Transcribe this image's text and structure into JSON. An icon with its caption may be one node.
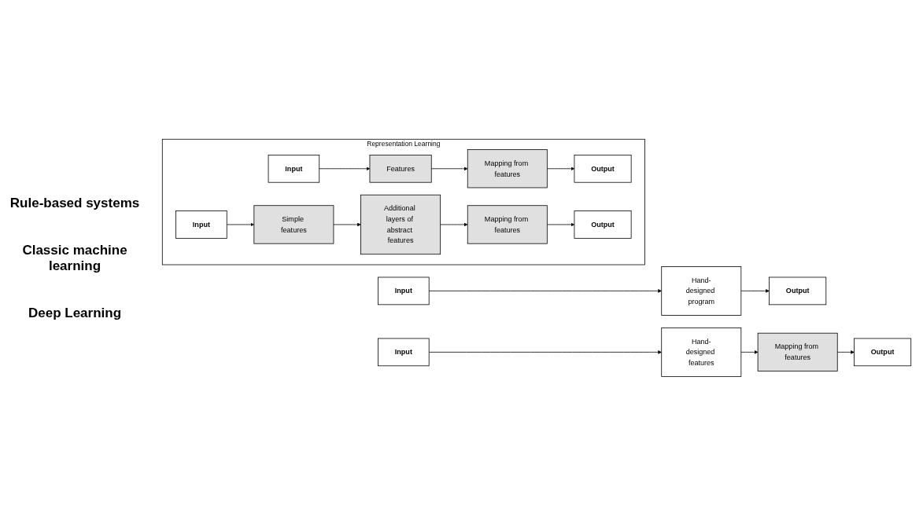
{
  "diagram": {
    "nodes": [
      {
        "text": [
          "Input"
        ]
      },
      {
        "text": [
          "Hand-designed program"
        ]
      },
      {
        "text": [
          "Output"
        ]
      },
      {
        "text": [
          "Input"
        ]
      },
      {
        "text": [
          "Hand-designed features"
        ]
      },
      {
        "text": [
          "Mapping from features"
        ]
      },
      {
        "text": [
          "Output"
        ]
      },
      {
        "text": [
          "Representation Learning"
        ]
      },
      {
        "text": [
          "Input"
        ],
        "in": 7
      },
      {
        "text": [
          "Features"
        ],
        "in": 7
      },
      {
        "text": [
          "Mapping from features"
        ],
        "in": 7
      },
      {
        "text": [
          "Output"
        ],
        "in": 7
      },
      {
        "text": [
          "Input"
        ],
        "in": 7
      },
      {
        "text": [
          "Simple features"
        ],
        "in": 7
      },
      {
        "text": [
          "Additional layers of abstract features"
        ],
        "in": 7
      },
      {
        "text": [
          "Mapping from features"
        ],
        "in": 7
      },
      {
        "text": [
          "Output"
        ],
        "in": 7
      }
    ],
    "edges": [
      {
        "from": 0,
        "to": 1,
        "arrow": "to"
      },
      {
        "from": 1,
        "to": 2,
        "arrow": "to"
      },
      {
        "from": 3,
        "to": 4,
        "arrow": "to"
      },
      {
        "from": 4,
        "to": 5,
        "arrow": "to"
      },
      {
        "from": 5,
        "to": 6,
        "arrow": "to"
      },
      {
        "from": 8,
        "to": 9,
        "arrow": "to"
      },
      {
        "from": 9,
        "to": 10,
        "arrow": "to"
      },
      {
        "from": 10,
        "to": 11,
        "arrow": "to"
      },
      {
        "from": 12,
        "to": 13,
        "arrow": "to"
      },
      {
        "from": 13,
        "to": 14,
        "arrow": "to"
      },
      {
        "from": 14,
        "to": 15,
        "arrow": "to"
      },
      {
        "from": 15,
        "to": 16,
        "arrow": "to"
      }
    ],
    "labels": [
      "Rule-based systems",
      "Classic machine learning",
      "Deep Learning"
    ]
  }
}
